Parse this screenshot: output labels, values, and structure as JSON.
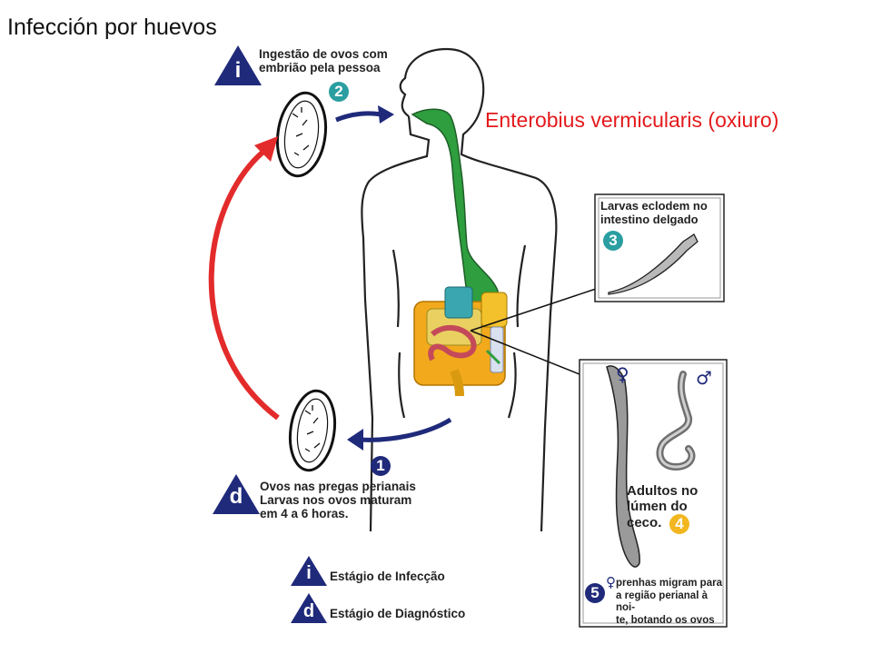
{
  "slide_title": "Infección por huevos",
  "organism_title": "Enterobius vermicularis (oxiuro)",
  "steps": {
    "s1": {
      "number": "1",
      "text_lines": [
        "Ovos nas pregas perianais",
        "Larvas nos ovos maturam",
        "em 4 a 6 horas."
      ]
    },
    "s2": {
      "number": "2",
      "text_lines": [
        "Ingestão de ovos com",
        "embrião pela pessoa"
      ]
    },
    "s3": {
      "number": "3",
      "text_lines": [
        "Larvas eclodem no",
        "intestino delgado"
      ]
    },
    "s4": {
      "number": "4",
      "text_lines": [
        "Adultos no",
        "lúmen do",
        "ceco."
      ]
    },
    "s5": {
      "number": "5",
      "symbol": "♀",
      "text_lines": [
        "prenhas migram para",
        "a região perianal à noi-",
        "te, botando os ovos"
      ]
    }
  },
  "adult_symbols": {
    "female": "♀",
    "male": "♂"
  },
  "stage_markers": {
    "infection": "i",
    "diagnostic": "d"
  },
  "legend": {
    "infection_label": "Estágio de Infecção",
    "diagnostic_label": "Estágio de Diagnóstico"
  },
  "colors": {
    "title_red": "#e41a1c",
    "arrow_red": "#e32b2b",
    "arrow_navy": "#1f2a7a",
    "gut_green": "#2e9e3e",
    "intestine_orange": "#f2a91c",
    "badge_teal": "#2a9ea0",
    "badge_yellow": "#f2b61f",
    "badge_navy": "#1f2a7a",
    "worm_gray": "#8a8a8a"
  }
}
